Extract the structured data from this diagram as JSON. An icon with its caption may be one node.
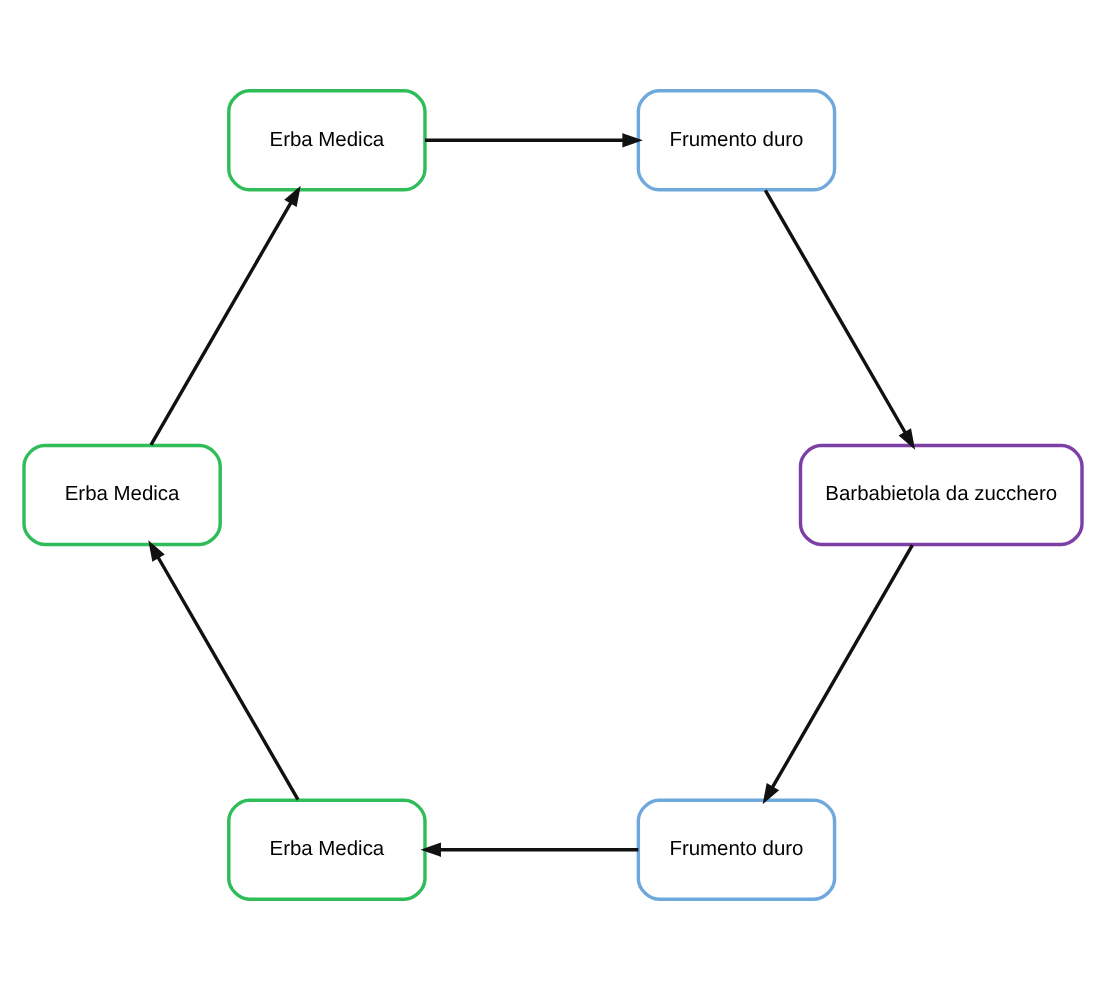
{
  "diagram": {
    "nodes": [
      {
        "text": [
          "Frumento duro"
        ]
      },
      {
        "text": [
          "Erba Medica"
        ]
      },
      {
        "text": [
          "Erba Medica"
        ]
      },
      {
        "text": [
          "Erba Medica"
        ]
      },
      {
        "text": [
          "Frumento duro"
        ]
      },
      {
        "text": [
          "Barbabietola da zucchero"
        ]
      }
    ],
    "edges": [
      {
        "from": 0,
        "to": 1,
        "arrow": "to"
      },
      {
        "from": 1,
        "to": 2,
        "arrow": "to"
      },
      {
        "from": 2,
        "to": 3,
        "arrow": "to"
      },
      {
        "from": 3,
        "to": 4,
        "arrow": "to"
      },
      {
        "from": 4,
        "to": 5,
        "arrow": "to"
      },
      {
        "from": 5,
        "to": 0,
        "arrow": "to"
      }
    ]
  }
}
